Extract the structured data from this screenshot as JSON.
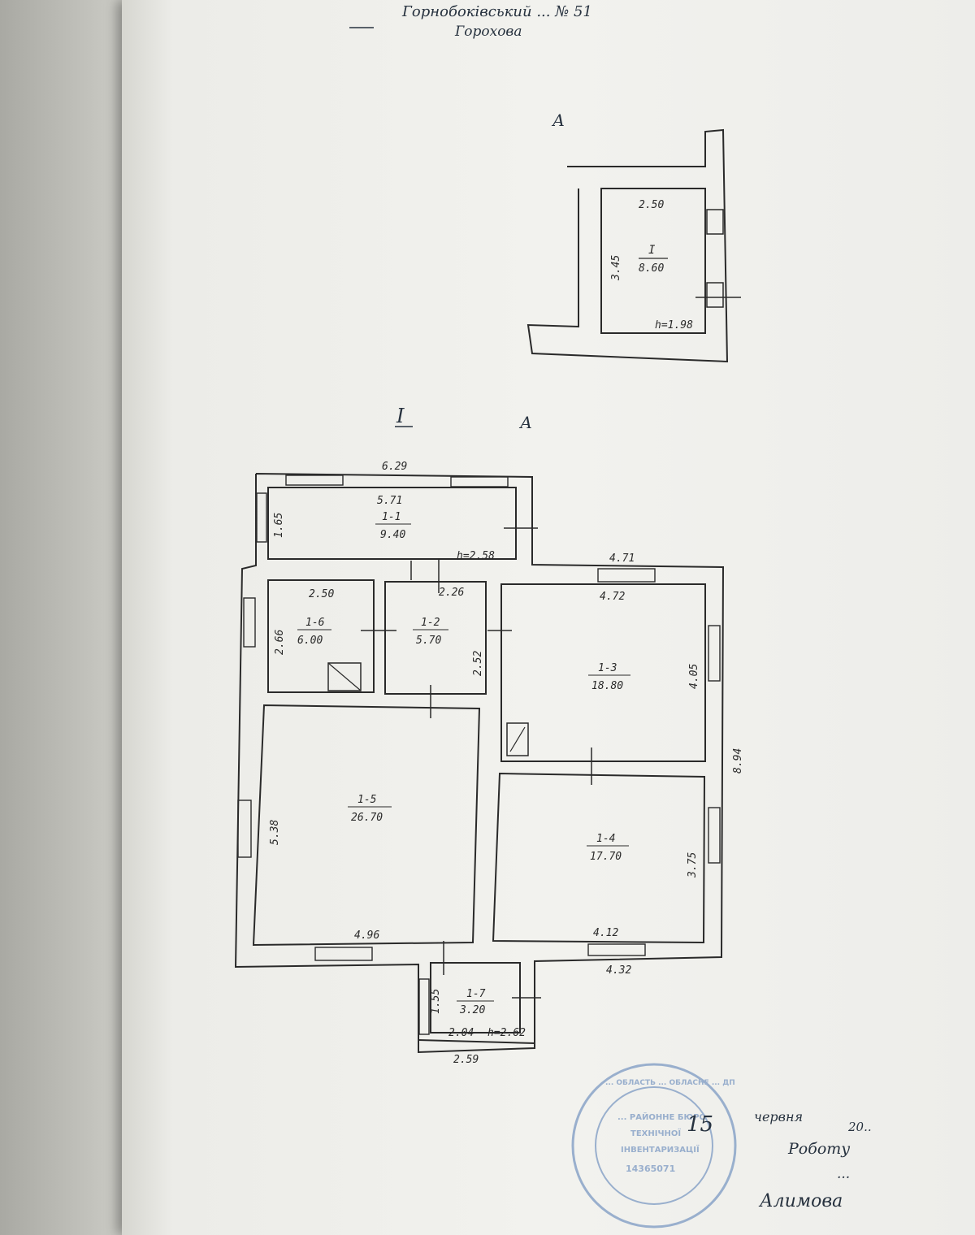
{
  "header": {
    "line1": "Гоpнобоківський ... № 51",
    "line2": "Горохова",
    "section_a_top": "А"
  },
  "basement": {
    "width": "2.50",
    "height_side": "3.45",
    "room_id": "I",
    "area": "8.60",
    "ceiling": "h=1.98"
  },
  "floor": {
    "label": "I",
    "section": "А",
    "overall_top": "6.29",
    "overall_right": "8.94",
    "rooms": [
      {
        "id": "1-1",
        "area": "9.40",
        "dim_top": "5.71",
        "dim_side": "1.65",
        "ceiling": "h=2.58"
      },
      {
        "id": "1-2",
        "area": "5.70",
        "dim_top": "2.26",
        "dim_side": "2.52"
      },
      {
        "id": "1-3",
        "area": "18.80",
        "dim_top": "4.72",
        "dim_side": "4.05",
        "dim_outer": "4.71"
      },
      {
        "id": "1-4",
        "area": "17.70",
        "dim_bottom": "4.12",
        "dim_side": "3.75",
        "dim_outer": "4.32"
      },
      {
        "id": "1-5",
        "area": "26.70",
        "dim_bottom": "4.96",
        "dim_side": "5.38"
      },
      {
        "id": "1-6",
        "area": "6.00",
        "dim_top": "2.50",
        "dim_side": "2.66"
      },
      {
        "id": "1-7",
        "area": "3.20",
        "dim_bottom": "2.04",
        "dim_side": "1.55",
        "dim_outer": "2.59",
        "ceiling": "h=2.62"
      }
    ]
  },
  "signature": {
    "day": "15",
    "month": "червня",
    "year": "20..",
    "line2": "Роботу",
    "line3": "... ",
    "sign": "Алимова"
  },
  "stamp": {
    "outer": "... ОБЛАСТЬ ... ОБЛАСНЕ ... ДП",
    "inner1": "... РАЙОННЕ БЮРО",
    "inner2": "ТЕХНІЧНОЇ",
    "inner3": "ІНВЕНТАРИЗАЦІЇ",
    "code": "14365071"
  }
}
